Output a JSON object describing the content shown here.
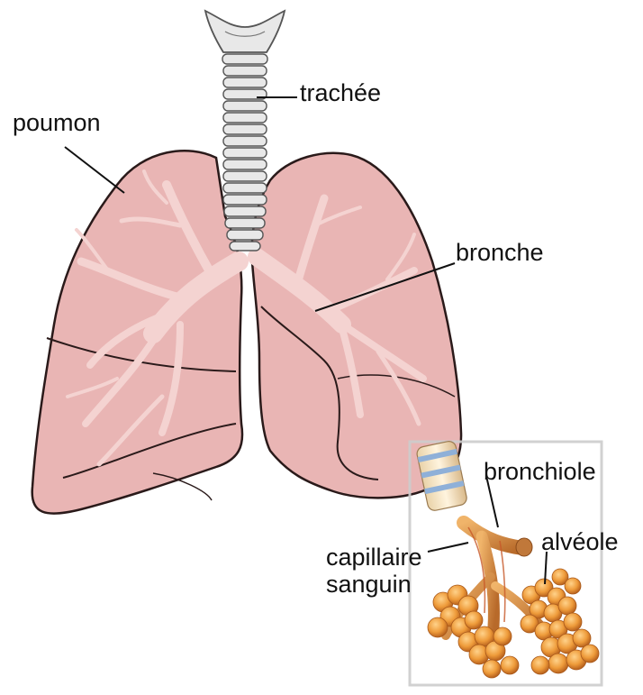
{
  "labels": {
    "poumon": "poumon",
    "trachee": "trachée",
    "bronche": "bronche",
    "bronchiole": "bronchiole",
    "alveole": "alvéole",
    "capillaire_line1": "capillaire",
    "capillaire_line2": "sanguin"
  },
  "colors": {
    "lung_fill": "#e9b5b4",
    "lung_outline": "#2a1a1a",
    "bronchi_fill": "#f4d3d1",
    "trachea_fill": "#e8e8e8",
    "alveoli_fill": "#e8952f",
    "bronchiole_fill": "#d98a3c",
    "inset_border": "#cccccc"
  }
}
